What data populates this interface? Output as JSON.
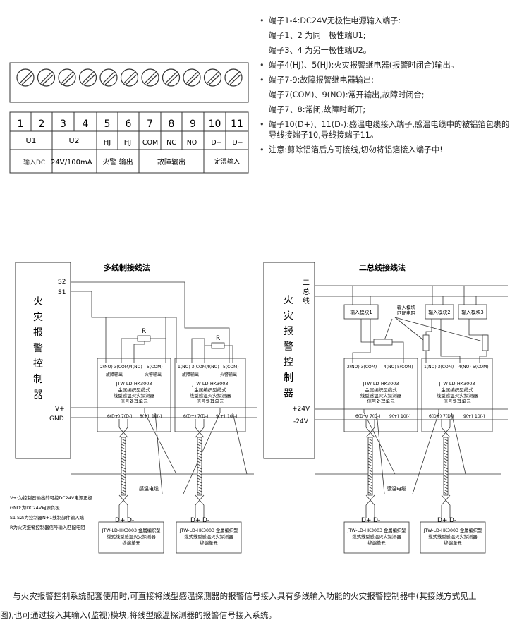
{
  "terminal_block": {
    "numbers": [
      "1",
      "2",
      "3",
      "4",
      "5",
      "6",
      "7",
      "8",
      "9",
      "10",
      "11"
    ],
    "row_labels": [
      "U1",
      "U2",
      "HJ",
      "HJ",
      "COM",
      "NC",
      "NO",
      "D+",
      "D−"
    ],
    "group_labels": {
      "power": "输入DC",
      "power_spec": "24V/100mA",
      "fire": "火警 输出",
      "fault": "故障输出",
      "cable": "定温输入"
    }
  },
  "bullets": [
    {
      "type": "li",
      "text": "端子1-4:DC24V无极性电源输入端子:"
    },
    {
      "type": "sub",
      "text": "端子1、2 为同一极性端U1;"
    },
    {
      "type": "sub",
      "text": "端子3、4 为另一极性端U2。"
    },
    {
      "type": "li",
      "text": "端子4(HJ)、5(HJ):火灾报警继电器(报警时闭合)输出。"
    },
    {
      "type": "li",
      "text": "端子7-9:故障报警继电器输出:"
    },
    {
      "type": "sub",
      "text": "端子7(COM)、9(NO):常开输出,故障时闭合;"
    },
    {
      "type": "sub",
      "text": "端子7、8:常闭,故障时断开;"
    },
    {
      "type": "li",
      "text": "端子10(D+)、11(D-):感温电缆接入端子,感温电缆中的被铝箔包裹的导线接端子10,导线接端子11。"
    },
    {
      "type": "li",
      "text": "注意:剪除铝箔后方可接线,切勿将铝箔接入端子中!"
    }
  ],
  "left_diagram": {
    "title": "多线制接线法",
    "controller": [
      "火",
      "灾",
      "报",
      "警",
      "控",
      "制",
      "器"
    ],
    "s2": "S2",
    "s1": "S1",
    "vplus": "V+",
    "gnd": "GND",
    "r": "R",
    "unit_top": "2(NO) 3(COM)",
    "unit_top2": "4(NO)",
    "unit_top3": "5(COM)",
    "unit_top_b": "1(NO) 3(COM)",
    "fault_out": "故障输出",
    "fire_out": "火警输出",
    "unit_model": "JTW-LD-HK3003",
    "unit_line2": "金属编织型缆式",
    "unit_line3": "线型感温火灾探测器",
    "unit_line4": "信号处理单元",
    "unit_bottom": "6(D+) 7(D-)",
    "unit_bottom2": "8(+)",
    "unit_bottom3": "10(-)",
    "unit_bottom2b": "9(+)",
    "cable": "感温电缆",
    "term_dplus": "D+",
    "term_dminus": "D-",
    "term_line1": "JTW-LD-HK3003 金属编织型",
    "term_line2": "缆式线型感温火灾探测器",
    "term_line3": "终端单元",
    "notes": [
      "V+:为控制器输出的可控DC24V电源正极",
      "GND:为DC24V电源负极",
      "S1 S2:为控制器N+1线制部件输入端",
      "R为火灾报警控制器信号输入匹配电阻"
    ]
  },
  "right_diagram": {
    "title": "二总线接线法",
    "controller": [
      "火",
      "灾",
      "报",
      "警",
      "控",
      "制",
      "器"
    ],
    "bus": [
      "二",
      "总",
      "线"
    ],
    "module1": "输入模块1",
    "module2": "输入模块2",
    "module3": "输入模块3",
    "resistor_label1": "输入模块",
    "resistor_label2": "匹配电阻",
    "v24p": "+24V",
    "v24n": "-24V"
  },
  "caption": {
    "line1": "与火灾报警控制系统配套使用时,可直接将线型感温探测器的报警信号接入具有多线输入功能的火灾报警控制器中(其接线方式见上",
    "line2": "图),也可通过接入其输入(监视)模块,将线型感温探测器的报警信号接入系统。"
  }
}
